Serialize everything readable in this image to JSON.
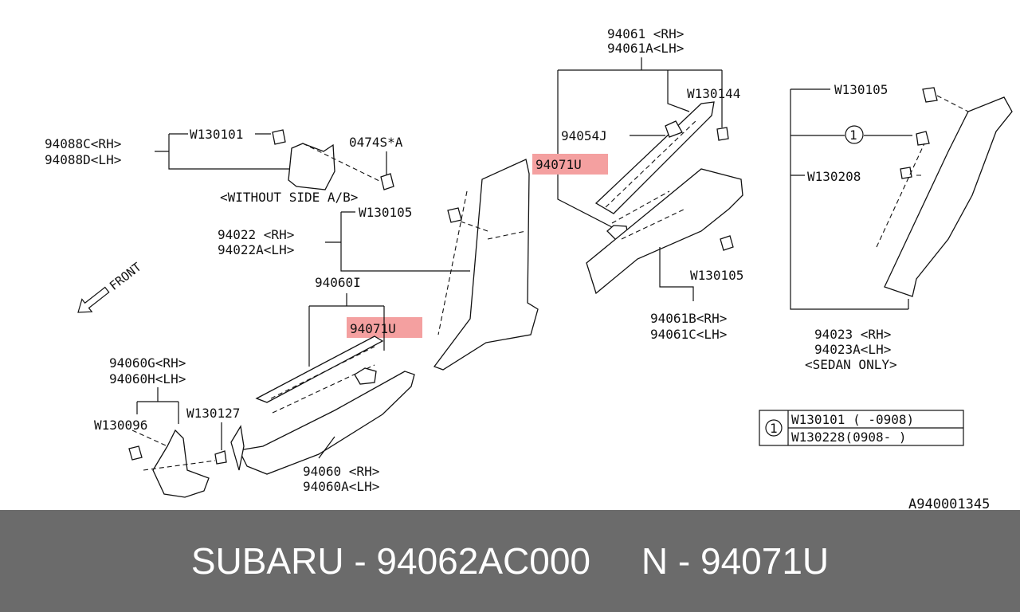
{
  "diagram": {
    "labels": {
      "p94061": "94061 <RH>",
      "p94061A": "94061A<LH>",
      "w130144": "W130144",
      "p94054J": "94054J",
      "p94071U_a": "94071U",
      "p94071U_b": "94071U",
      "w130105_c": "W130105",
      "p94061B": "94061B<RH>",
      "p94061C": "94061C<LH>",
      "w130105_r": "W130105",
      "circle1": "1",
      "w130208": "W130208",
      "p94023": "94023 <RH>",
      "p94023A": "94023A<LH>",
      "sedan": "<SEDAN ONLY>",
      "p94088C": "94088C<RH>",
      "p94088D": "94088D<LH>",
      "w130101": "W130101",
      "p0474S": "0474S*A",
      "without_side": "<WITHOUT SIDE A/B>",
      "w130105_l": "W130105",
      "p94022": "94022 <RH>",
      "p94022A": "94022A<LH>",
      "front": "FRONT",
      "p94060I": "94060I",
      "p94060G": "94060G<RH>",
      "p94060H": "94060H<LH>",
      "w130096": "W130096",
      "w130127": "W130127",
      "p94060": "94060 <RH>",
      "p94060A": "94060A<LH>",
      "legend_num": "1",
      "legend_row1": "W130101 (  -0908)",
      "legend_row2": "W130228(0908-  )",
      "code": "A940001345"
    }
  },
  "footer": {
    "text": "SUBARU - 94062AC000     N - 94071U"
  },
  "colors": {
    "highlight": "#f4a0a0",
    "footer_bg": "#6b6b6b"
  }
}
